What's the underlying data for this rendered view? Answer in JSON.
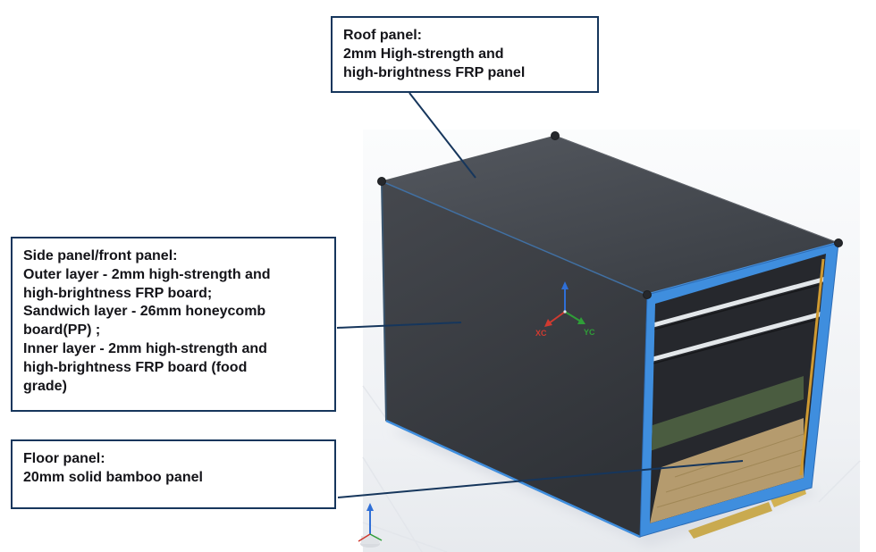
{
  "callouts": [
    {
      "id": "roof",
      "title": "Roof panel:",
      "body": "2mm High-strength and\nhigh-brightness FRP panel"
    },
    {
      "id": "side",
      "title": "Side panel/front panel:",
      "body": "Outer layer - 2mm high-strength and\nhigh-brightness FRP board;\nSandwich layer - 26mm honeycomb\nboard(PP) ;\nInner layer - 2mm high-strength and\nhigh-brightness FRP board (food\ngrade)"
    },
    {
      "id": "floor",
      "title": "Floor panel:",
      "body": "20mm solid bamboo panel"
    }
  ],
  "axes": {
    "x": "XC",
    "y": "YC"
  },
  "colors": {
    "annotation_navy": "#16365c",
    "frame_blue": "#3f8ede",
    "container_gray": "#3c4046",
    "bamboo_tan": "#b59b6e",
    "interior_green": "#4a5c40"
  }
}
